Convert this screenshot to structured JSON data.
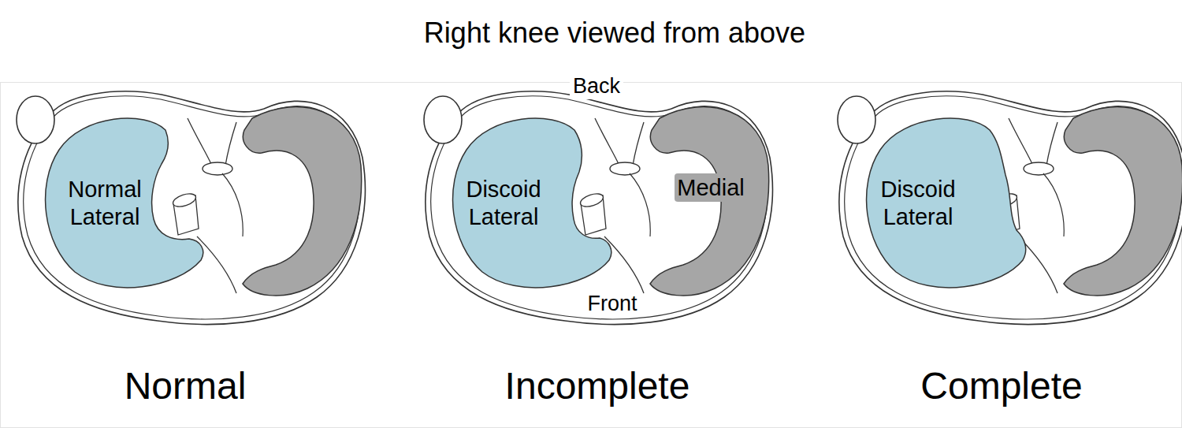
{
  "diagram": {
    "title": "Right knee viewed from above",
    "nodes": [
      {
        "text": [
          "Normal Lateral"
        ]
      },
      {
        "text": [
          "Discoid Lateral"
        ]
      },
      {
        "text": [
          "Medial"
        ]
      },
      {
        "text": [
          "Discoid Lateral"
        ]
      }
    ],
    "labels": [
      "Back",
      "Front",
      "Normal",
      "Incomplete",
      "Complete"
    ]
  }
}
